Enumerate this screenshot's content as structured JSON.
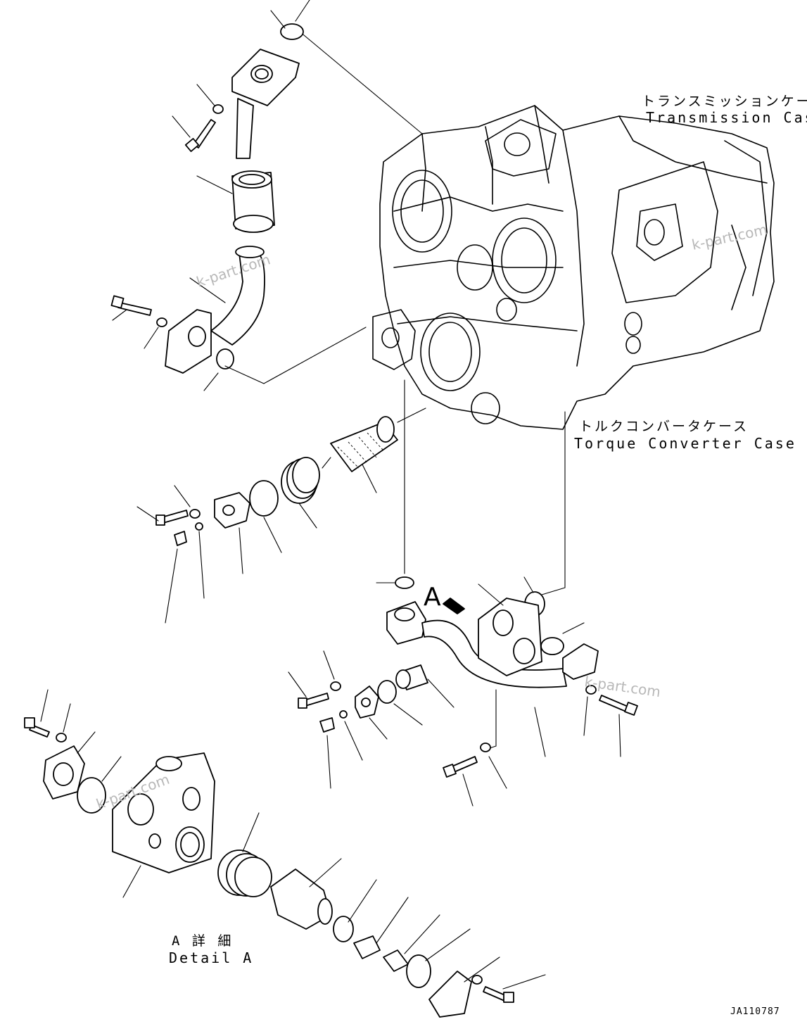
{
  "labels": {
    "transmission_case_jp": "トランスミッションケース",
    "transmission_case_en": "Transmission Case",
    "torque_converter_case_jp": "トルクコンバータケース",
    "torque_converter_case_en": "Torque Converter Case",
    "view_arrow_letter": "A",
    "detail_jp": "A 詳 細",
    "detail_en": "Detail A",
    "drawing_number": "JA110787"
  },
  "watermarks": [
    "k-part.com",
    "k-part.com",
    "k-part.com",
    "k-part.com"
  ]
}
